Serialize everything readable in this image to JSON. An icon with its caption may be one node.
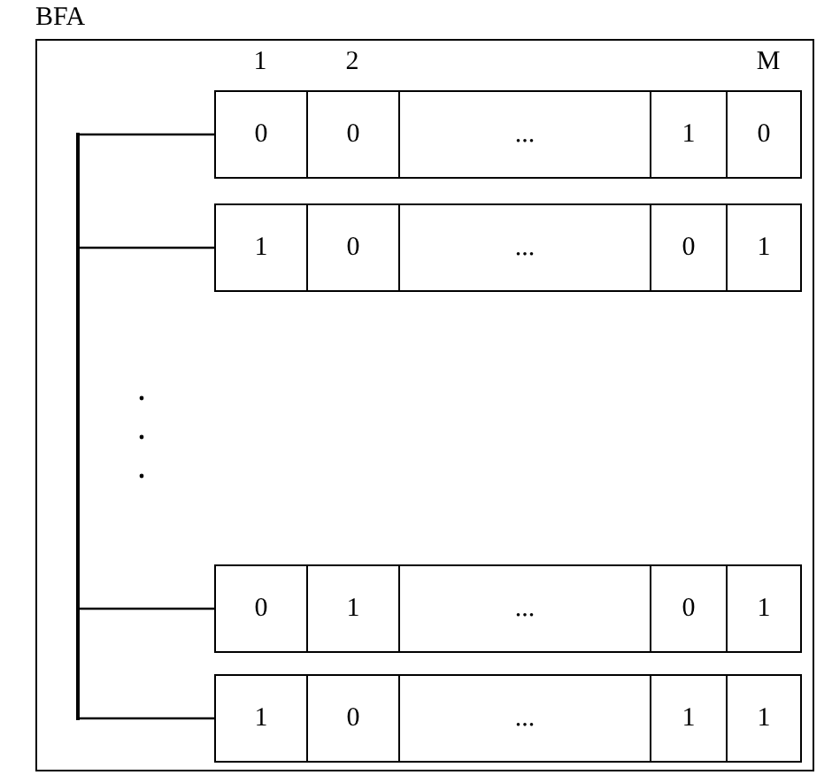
{
  "diagram": {
    "nodes": [
      {
        "text": [
          "BFA"
        ]
      },
      {
        "text": [],
        "shape": "box",
        "in": 0
      },
      {
        "text": [
          "0"
        ],
        "in": 1
      },
      {
        "text": [
          "0"
        ],
        "in": 1
      },
      {
        "text": [
          "..."
        ],
        "in": 1
      },
      {
        "text": [
          "1"
        ],
        "in": 1
      },
      {
        "text": [
          "0"
        ],
        "in": 1
      },
      {
        "text": [],
        "shape": "box",
        "in": 0
      },
      {
        "text": [
          "1"
        ],
        "in": 7
      },
      {
        "text": [
          "0"
        ],
        "in": 7
      },
      {
        "text": [
          "..."
        ],
        "in": 7
      },
      {
        "text": [
          "0"
        ],
        "in": 7
      },
      {
        "text": [
          "1"
        ],
        "in": 7
      },
      {
        "text": [],
        "shape": "box",
        "in": 0
      },
      {
        "text": [
          "0"
        ],
        "in": 13
      },
      {
        "text": [
          "1"
        ],
        "in": 13
      },
      {
        "text": [
          "..."
        ],
        "in": 13
      },
      {
        "text": [
          "0"
        ],
        "in": 13
      },
      {
        "text": [
          "1"
        ],
        "in": 13
      },
      {
        "text": [],
        "shape": "box",
        "in": 0
      },
      {
        "text": [
          "1"
        ],
        "in": 19
      },
      {
        "text": [
          "0"
        ],
        "in": 19
      },
      {
        "text": [
          "..."
        ],
        "in": 19
      },
      {
        "text": [
          "1"
        ],
        "in": 19
      },
      {
        "text": [
          "1"
        ],
        "in": 19
      },
      {
        "text": [],
        "shape": "bar",
        "in": 0
      }
    ],
    "edges": [
      {
        "from": 25,
        "to": 1,
        "arrow": "none"
      },
      {
        "from": 25,
        "to": 7,
        "arrow": "none"
      },
      {
        "from": 25,
        "to": 13,
        "arrow": "none"
      },
      {
        "from": 25,
        "to": 19,
        "arrow": "none"
      }
    ],
    "labels": [
      "1",
      "2",
      "M"
    ]
  }
}
